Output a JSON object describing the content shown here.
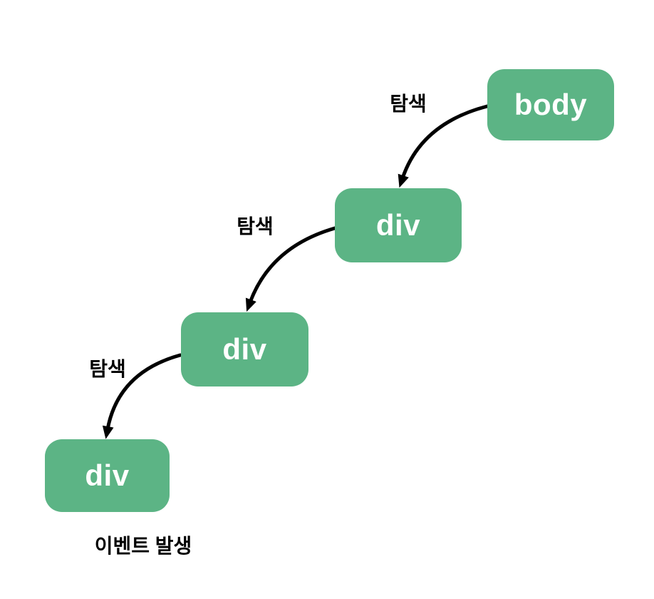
{
  "diagram": {
    "title_hint": "DOM event capturing traversal diagram",
    "colors": {
      "background": "#ffffff",
      "node_fill": "#5cb485",
      "node_text": "#ffffff",
      "arrow": "#000000",
      "label_text": "#000000"
    },
    "nodes": [
      {
        "id": "body",
        "label": "body"
      },
      {
        "id": "div-1",
        "label": "div"
      },
      {
        "id": "div-2",
        "label": "div"
      },
      {
        "id": "div-3",
        "label": "div"
      }
    ],
    "edges": [
      {
        "from": "body",
        "to": "div-1",
        "label": "탐색"
      },
      {
        "from": "div-1",
        "to": "div-2",
        "label": "탐색"
      },
      {
        "from": "div-2",
        "to": "div-3",
        "label": "탐색"
      }
    ],
    "caption": "이벤트 발생"
  }
}
